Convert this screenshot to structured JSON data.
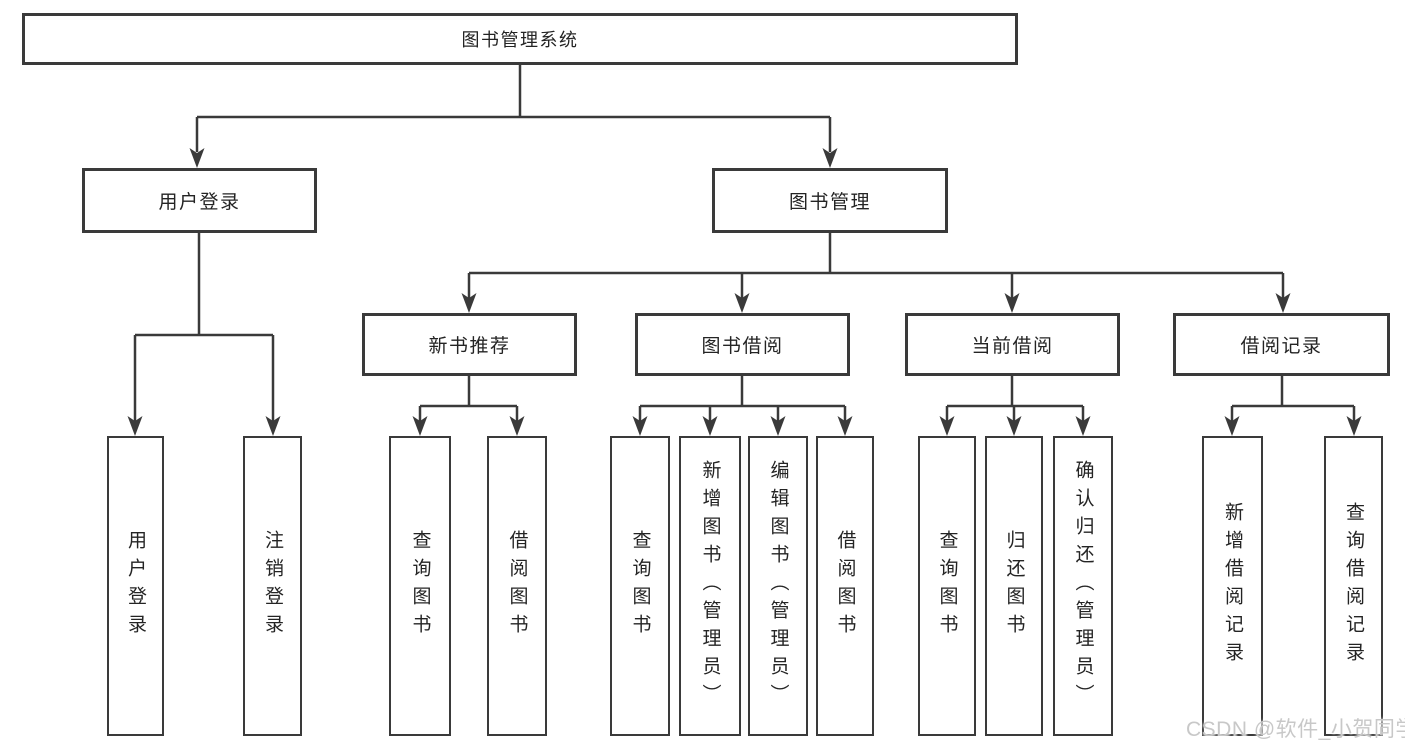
{
  "diagram_title": "图书管理系统",
  "nodes": {
    "root": "图书管理系统",
    "user_login": "用户登录",
    "book_management": "图书管理",
    "new_book_recommend": "新书推荐",
    "book_borrowing": "图书借阅",
    "current_borrowing": "当前借阅",
    "borrowing_records": "借阅记录",
    "user_login_leaf": "用户登录",
    "logout_leaf": "注销登录",
    "nb_query_books": "查询图书",
    "nb_borrow_books": "借阅图书",
    "bb_query_books": "查询图书",
    "bb_add_books": "新增图书（管理员）",
    "bb_edit_books": "编辑图书（管理员）",
    "bb_borrow_books": "借阅图书",
    "cb_query_books": "查询图书",
    "cb_return_books": "归还图书",
    "cb_confirm_return": "确认归还（管理员）",
    "br_add_record": "新增借阅记录",
    "br_query_record": "查询借阅记录"
  },
  "structure": {
    "图书管理系统": {
      "用户登录": [
        "用户登录",
        "注销登录"
      ],
      "图书管理": {
        "新书推荐": [
          "查询图书",
          "借阅图书"
        ],
        "图书借阅": [
          "查询图书",
          "新增图书（管理员）",
          "编辑图书（管理员）",
          "借阅图书"
        ],
        "当前借阅": [
          "查询图书",
          "归还图书",
          "确认归还（管理员）"
        ],
        "借阅记录": [
          "新增借阅记录",
          "查询借阅记录"
        ]
      }
    }
  },
  "watermark": {
    "text": "CSDN @软件_小贺同学"
  },
  "colors": {
    "line": "#3a3a3a",
    "text": "#242424",
    "box_background": "#ffffff",
    "page_background": "#ffffff",
    "watermark": "#c8c8c8"
  }
}
